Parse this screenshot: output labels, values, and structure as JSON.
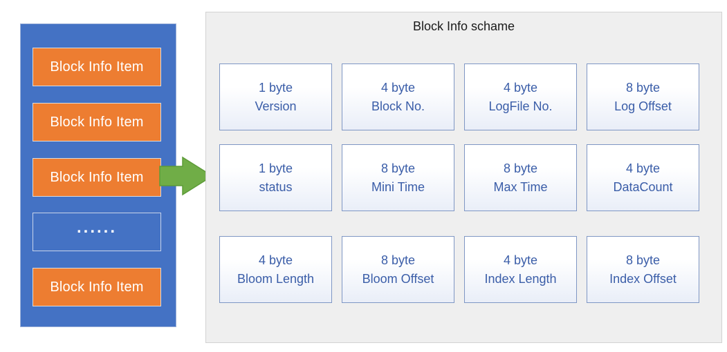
{
  "diagram": {
    "title": "Block Info schame",
    "left_stack": {
      "items": [
        {
          "label": "Block Info Item",
          "type": "orange"
        },
        {
          "label": "Block Info Item",
          "type": "orange"
        },
        {
          "label": "Block Info Item",
          "type": "orange"
        },
        {
          "label": "......",
          "type": "dots"
        },
        {
          "label": "Block Info Item",
          "type": "orange"
        }
      ]
    },
    "arrow": {
      "icon": "right-arrow-icon",
      "color": "#70AD47"
    },
    "grid": {
      "rows": [
        [
          {
            "size": "1 byte",
            "name": "Version"
          },
          {
            "size": "4 byte",
            "name": "Block No."
          },
          {
            "size": "4 byte",
            "name": "LogFile No."
          },
          {
            "size": "8 byte",
            "name": "Log Offset"
          }
        ],
        [
          {
            "size": "1 byte",
            "name": "status"
          },
          {
            "size": "8 byte",
            "name": "Mini Time"
          },
          {
            "size": "8 byte",
            "name": "Max Time"
          },
          {
            "size": "4 byte",
            "name": "DataCount"
          }
        ],
        [
          {
            "size": "4 byte",
            "name": "Bloom Length"
          },
          {
            "size": "8 byte",
            "name": "Bloom Offset"
          },
          {
            "size": "4 byte",
            "name": "Index Length"
          },
          {
            "size": "8 byte",
            "name": "Index Offset"
          }
        ]
      ]
    },
    "colors": {
      "container_blue": "#4472C4",
      "item_orange": "#ED7D31",
      "arrow_green": "#70AD47",
      "cell_border": "#7E96C4",
      "cell_text": "#3A5DA8",
      "panel_bg": "#EFEFEF",
      "panel_border": "#D2D2D2",
      "title_color": "#1A1A1A"
    }
  }
}
